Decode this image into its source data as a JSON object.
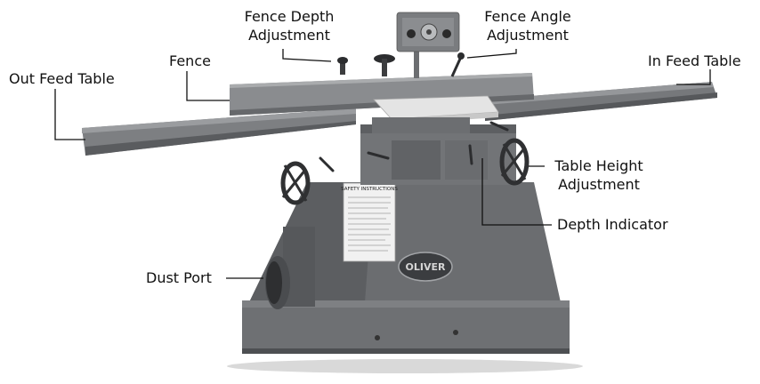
{
  "callouts": {
    "fence_depth": {
      "line1": "Fence Depth",
      "line2": "Adjustment"
    },
    "fence_angle": {
      "line1": "Fence Angle",
      "line2": "Adjustment"
    },
    "fence": "Fence",
    "out_feed_table": "Out Feed Table",
    "in_feed_table": "In Feed Table",
    "table_height": {
      "line1": "Table Height",
      "line2": "Adjustment"
    },
    "depth_indicator": "Depth Indicator",
    "dust_port": "Dust Port"
  },
  "machine": {
    "safety_title": "SAFETY INSTRUCTIONS",
    "brand": "OLIVER"
  },
  "colors": {
    "cast_iron": "#6e7073",
    "cast_iron_dark": "#4d4f52",
    "cast_iron_light": "#8c8e91",
    "table_top": "#7b7d80",
    "guard": "#e6e6e6"
  }
}
